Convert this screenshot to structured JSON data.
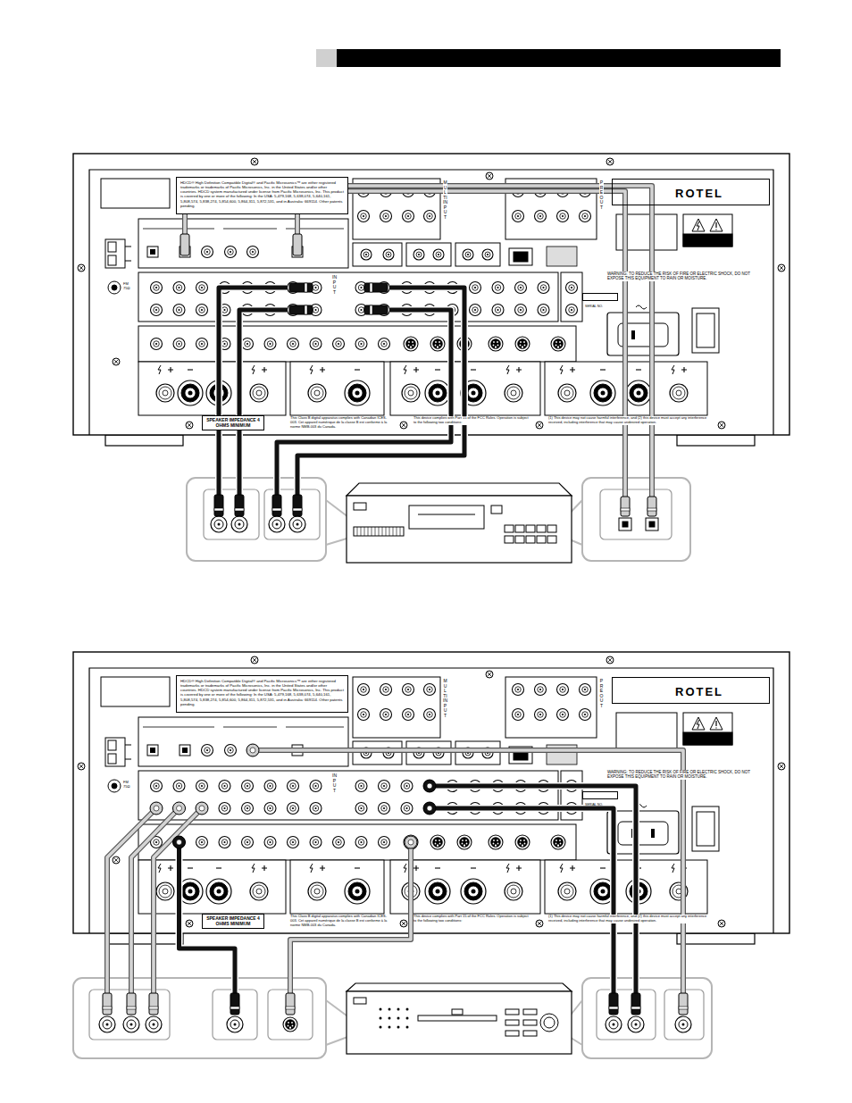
{
  "diagram": {
    "nodes": [
      {
        "text": [
          "FM 75Ω",
          "MULTI INPUT",
          "PRE OUT",
          "INPUT",
          "WARNING: TO REDUCE THE RISK OF FIRE OR ELECTRIC SHOCK, DO NOT EXPOSE THIS EQUIPMENT TO RAIN OR MOISTURE.",
          "This Class B digital apparatus complies with Canadian ICES-003. Cet appareil numérique de la classe B est conforme à la norme NMB-003 du Canada.",
          "This device complies with Part 15 of the FCC Rules. Operation is subject to the following two conditions:",
          "(1) This device may not cause harmful interference, and (2) this device must accept any interference received, including interference that may cause undesired operation."
        ]
      },
      {
        "text": [
          "HDCD® High Definition Compatible Digital® and Pacific Microsonics™ are either registered trademarks or trademarks of Pacific Microsonics, Inc. in the United States and/or other countries. HDCD system manufactured under license from Pacific Microsonics, Inc. This product is covered by one or more of the following: In the USA: 5,479,168, 5,638,074, 5,640,161, 5,808,574, 5,838,274, 5,854,600, 5,864,311, 5,872,531, and in Australia: 669114. Other patents pending."
        ],
        "in": 0
      },
      {
        "text": [
          "ROTEL"
        ],
        "in": 0
      },
      {
        "text": [
          "SERIAL NO."
        ],
        "in": 0
      },
      {
        "text": [
          "SPEAKER IMPEDANCE 4 OHMS MINIMUM"
        ],
        "in": 0
      },
      {
        "text": [
          "FM 75Ω",
          "MULTI INPUT",
          "PRE OUT",
          "INPUT",
          "WARNING: TO REDUCE THE RISK OF FIRE OR ELECTRIC SHOCK, DO NOT EXPOSE THIS EQUIPMENT TO RAIN OR MOISTURE.",
          "This Class B digital apparatus complies with Canadian ICES-003. Cet appareil numérique de la classe B est conforme à la norme NMB-003 du Canada.",
          "This device complies with Part 15 of the FCC Rules. Operation is subject to the following two conditions:",
          "(1) This device may not cause harmful interference, and (2) this device must accept any interference received, including interference that may cause undesired operation."
        ]
      },
      {
        "text": [
          "HDCD® High Definition Compatible Digital® and Pacific Microsonics™ are either registered trademarks or trademarks of Pacific Microsonics, Inc. in the United States and/or other countries. HDCD system manufactured under license from Pacific Microsonics, Inc. This product is covered by one or more of the following: In the USA: 5,479,168, 5,638,074, 5,640,161, 5,808,574, 5,838,274, 5,854,600, 5,864,311, 5,872,531, and in Australia: 669114. Other patents pending."
        ],
        "in": 5
      },
      {
        "text": [
          "ROTEL"
        ],
        "in": 5
      },
      {
        "text": [
          "SERIAL NO."
        ],
        "in": 5
      },
      {
        "text": [
          "SPEAKER IMPEDANCE 4 OHMS MINIMUM"
        ],
        "in": 5
      }
    ]
  }
}
